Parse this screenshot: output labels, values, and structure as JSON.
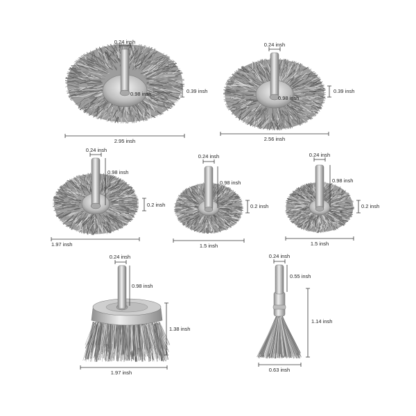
{
  "colors": {
    "metal": "#b9b9b9",
    "wire_dark": "#6f6f6f",
    "wire_light": "#d8d8d8",
    "dimension_line": "#333333"
  },
  "brushes": [
    {
      "id": "wheel-1",
      "kind": "wheel",
      "labels": {
        "shank": "0.24 insh",
        "shank_len": "0.98 insh",
        "thickness": "0.39 insh",
        "diameter": "2.95 insh"
      }
    },
    {
      "id": "wheel-2",
      "kind": "wheel",
      "labels": {
        "shank": "0.24 insh",
        "shank_len": "0.98 insh",
        "thickness": "0.39 insh",
        "diameter": "2.56 insh"
      }
    },
    {
      "id": "wheel-3",
      "kind": "wheel",
      "labels": {
        "shank": "0.24 insh",
        "shank_len": "0.98 insh",
        "thickness": "0.2 insh",
        "diameter": "1.97 insh"
      }
    },
    {
      "id": "wheel-4",
      "kind": "wheel",
      "labels": {
        "shank": "0.24 insh",
        "shank_len": "0.98 insh",
        "thickness": "0.2 insh",
        "diameter": "1.5 insh"
      }
    },
    {
      "id": "wheel-5",
      "kind": "wheel",
      "labels": {
        "shank": "0.24 insh",
        "shank_len": "0.98 insh",
        "thickness": "0.2 insh",
        "diameter": "1.5 insh"
      }
    },
    {
      "id": "cup",
      "kind": "cup",
      "labels": {
        "shank": "0.24 insh",
        "shank_len": "0.98 insh",
        "height": "1.38 insh",
        "diameter": "1.97 insh"
      }
    },
    {
      "id": "end",
      "kind": "end",
      "labels": {
        "shank": "0.24 insh",
        "shank_len": "0.55 insh",
        "height": "1.14 insh",
        "diameter": "0.63 insh"
      }
    }
  ]
}
